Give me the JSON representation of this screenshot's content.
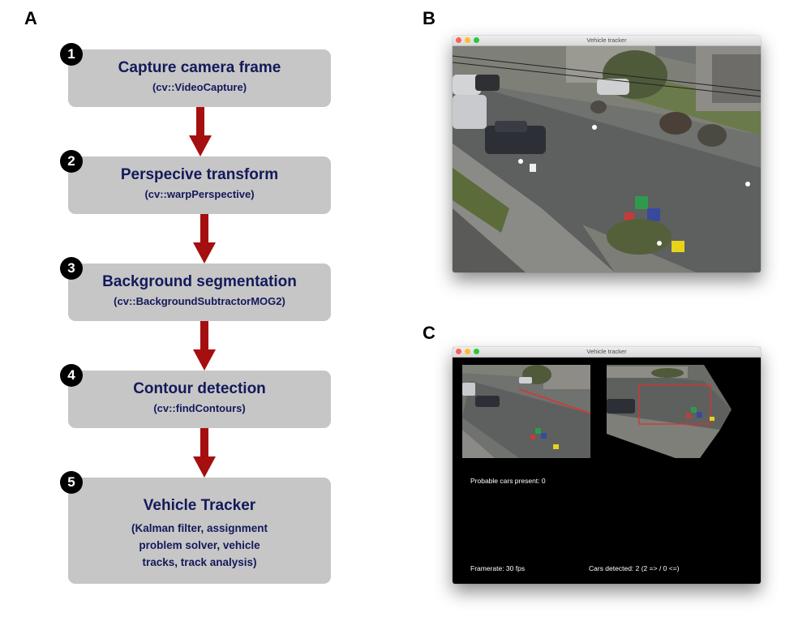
{
  "panels": {
    "a": "A",
    "b": "B",
    "c": "C"
  },
  "steps": [
    {
      "num": "1",
      "title": "Capture camera frame",
      "sub": "(cv::VideoCapture)"
    },
    {
      "num": "2",
      "title": "Perspecive transform",
      "sub": "(cv::warpPerspective)"
    },
    {
      "num": "3",
      "title": "Background segmentation",
      "sub": "(cv::BackgroundSubtractorMOG2)"
    },
    {
      "num": "4",
      "title": "Contour detection",
      "sub": "(cv::findContours)"
    },
    {
      "num": "5",
      "title": "Vehicle Tracker",
      "sub": "(Kalman filter, assignment\nproblem solver, vehicle\ntracks, track analysis)"
    }
  ],
  "window_b": {
    "title": "Vehicle tracker"
  },
  "window_c": {
    "title": "Vehicle tracker",
    "probable_cars": "Probable cars present: 0",
    "framerate": "Framerate: 30 fps",
    "cars_detected": "Cars detected: 2 (2 => / 0 <=)"
  },
  "colors": {
    "box_fill": "#c6c6c6",
    "box_text": "#13195a",
    "arrow": "#a50f0f",
    "traffic_red": "#fe5f57",
    "traffic_yellow": "#febc2e",
    "traffic_green": "#28c840"
  }
}
